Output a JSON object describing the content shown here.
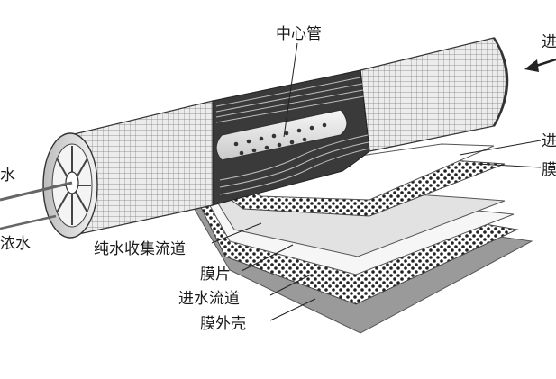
{
  "diagram": {
    "labels": {
      "center_tube": "中心管",
      "permeate_water": "水",
      "concentrate_water": "浓水",
      "permeate_channel": "纯水收集流道",
      "membrane_sheet": "膜片",
      "feed_channel": "进水流道",
      "membrane_shell": "膜外壳",
      "feed_in_top": "进",
      "feed_right": "进",
      "membrane_right": "膜"
    }
  }
}
